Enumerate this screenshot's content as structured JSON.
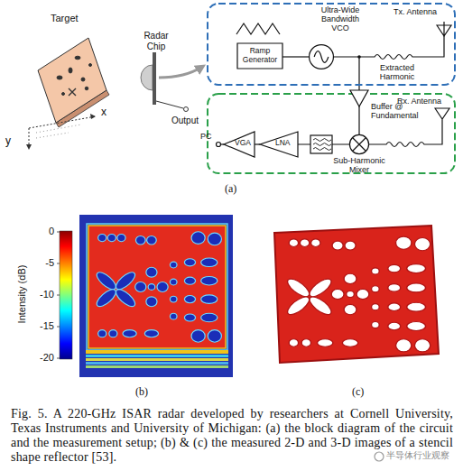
{
  "diagram": {
    "caption": "Fig. 5. A 220-GHz ISAR radar developed by researchers at Cornell University, Texas Instruments and University of Michigan: (a) the block diagram of the circuit and the measurement setup; (b) & (c) the measured 2-D and 3-D images of a stencil shape reflector [53].",
    "nodes": [
      {
        "text": [
          "Ramp Generator"
        ]
      },
      {
        "text": [
          "Ultra-Wide Bandwidth VCO"
        ]
      },
      {
        "text": [
          "Buffer @ Fundamental"
        ]
      },
      {
        "text": [
          "Sub-Harmonic Mixer"
        ]
      },
      {
        "text": [
          "LNA"
        ]
      },
      {
        "text": [
          "VGA"
        ]
      }
    ],
    "edges": [
      {
        "from": 0,
        "to": 1,
        "arrow": "none"
      },
      {
        "from": 1,
        "to": 2,
        "arrow": "none"
      },
      {
        "from": 2,
        "to": 3,
        "arrow": "none"
      },
      {
        "from": 3,
        "to": 4,
        "arrow": "none"
      },
      {
        "from": 4,
        "to": 5,
        "arrow": "none"
      }
    ],
    "labels": [
      "Target",
      "x",
      "y",
      "Radar Chip",
      "Output",
      "Tx. Antenna",
      "Extracted Harmonic",
      "Rx. Antenna",
      "PC",
      "(a)",
      "0",
      "-5",
      "-10",
      "-15",
      "-20",
      "Intensity (dB)",
      "(b)",
      "(c)",
      "半导体行业观察"
    ]
  }
}
